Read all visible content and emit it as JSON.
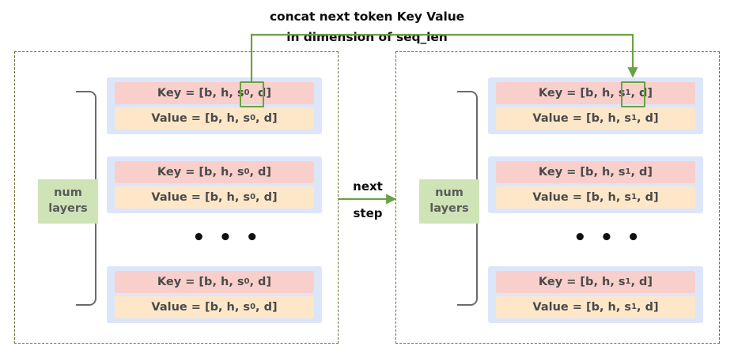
{
  "title": {
    "line1": "concat next token Key Value",
    "line2": "in dimension of seq_len"
  },
  "colors": {
    "panel_border": "#6b6b2e",
    "layer_container": "#dde6f8",
    "key_row": "#f8cfcb",
    "value_row": "#fde7c8",
    "num_layers_box": "#cee4b7",
    "accent_green": "#6aa242",
    "brace": "#6b6b6b",
    "text_dark": "#0d0d0d",
    "text_gray": "#4a4a4a"
  },
  "transition": {
    "line1": "next",
    "line2": "step"
  },
  "ellipsis": "• • •",
  "left_panel": {
    "label": "num layers",
    "num_layers_line1": "num",
    "num_layers_line2": "layers",
    "seq_token": "s",
    "seq_index": "0",
    "layers": [
      {
        "key_label": "Key = [b, h, s",
        "key_index": "0",
        "key_tail": ", d]",
        "value_label": "Value = [b, h, s",
        "value_index": "0",
        "value_tail": ", d]"
      },
      {
        "key_label": "Key = [b, h, s",
        "key_index": "0",
        "key_tail": ", d]",
        "value_label": "Value = [b, h, s",
        "value_index": "0",
        "value_tail": ", d]"
      },
      {
        "key_label": "Key = [b, h, s",
        "key_index": "0",
        "key_tail": ", d]",
        "value_label": "Value = [b, h, s",
        "value_index": "0",
        "value_tail": ", d]"
      }
    ]
  },
  "right_panel": {
    "label": "num layers",
    "num_layers_line1": "num",
    "num_layers_line2": "layers",
    "seq_token": "s",
    "seq_index": "1",
    "layers": [
      {
        "key_label": "Key = [b, h, s",
        "key_index": "1",
        "key_tail": ", d]",
        "value_label": "Value = [b, h, s",
        "value_index": "1",
        "value_tail": ", d]"
      },
      {
        "key_label": "Key = [b, h, s",
        "key_index": "1",
        "key_tail": ", d]",
        "value_label": "Value = [b, h, s",
        "value_index": "1",
        "value_tail": ", d]"
      },
      {
        "key_label": "Key = [b, h, s",
        "key_index": "1",
        "key_tail": ", d]",
        "value_label": "Value = [b, h, s",
        "value_index": "1",
        "value_tail": ", d]"
      }
    ]
  }
}
